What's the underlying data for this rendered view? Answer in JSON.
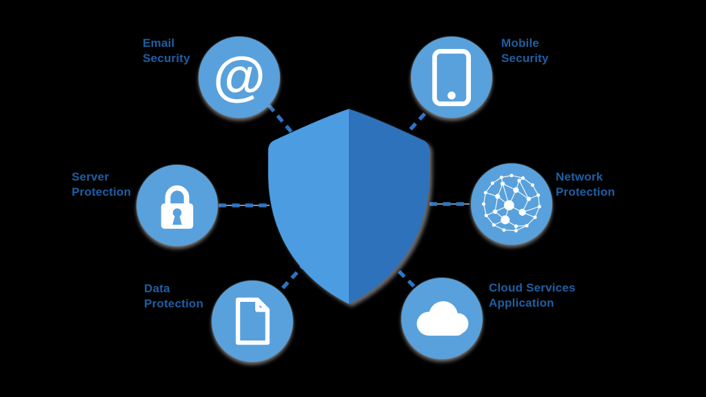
{
  "background_color": "#000000",
  "palette": {
    "node_circle_fill": "#58A1DC",
    "shield_left": "#4C9CE1",
    "shield_right": "#2E72BC",
    "label_text": "#1E5FA4",
    "connector_dash": "#2E74C2",
    "icon_color": "#FFFFFF"
  },
  "center": {
    "name": "security shield",
    "icon": "shield-icon"
  },
  "nodes": [
    {
      "id": "email-security",
      "lines": [
        "Email",
        "Security"
      ],
      "icon": "at-icon",
      "glyph": "@"
    },
    {
      "id": "mobile-security",
      "lines": [
        "Mobile",
        "Security"
      ],
      "icon": "smartphone-icon"
    },
    {
      "id": "server-protection",
      "lines": [
        "Server",
        "Protection"
      ],
      "icon": "padlock-icon"
    },
    {
      "id": "network-protection",
      "lines": [
        "Network",
        "Protection"
      ],
      "icon": "network-sphere-icon"
    },
    {
      "id": "data-protection",
      "lines": [
        "Data",
        "Protection"
      ],
      "icon": "document-icon"
    },
    {
      "id": "cloud-services-application",
      "lines": [
        "Cloud Services",
        "Application"
      ],
      "icon": "cloud-icon"
    }
  ]
}
